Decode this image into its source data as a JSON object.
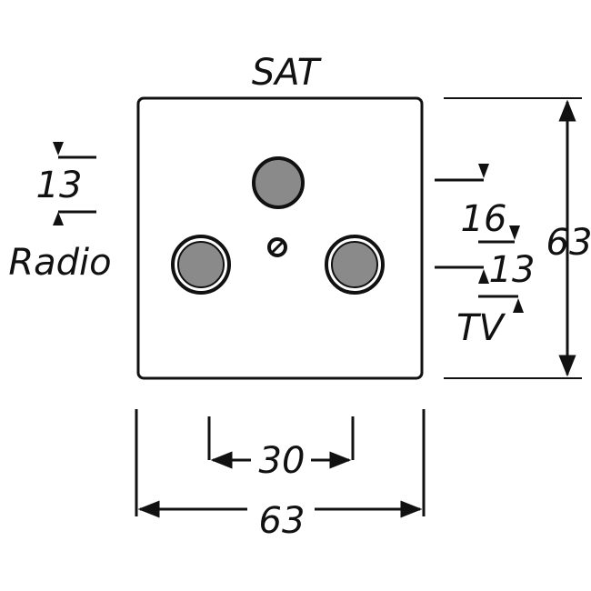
{
  "labels": {
    "sat": "SAT",
    "radio": "Radio",
    "tv": "TV",
    "dim_radio": "13",
    "dim_sat_offset": "16",
    "dim_tv_offset": "13",
    "dim_height": "63",
    "dim_spacing": "30",
    "dim_width": "63"
  },
  "colors": {
    "line": "#111111",
    "socket_fill": "#8a8a8a",
    "background": "#ffffff"
  }
}
